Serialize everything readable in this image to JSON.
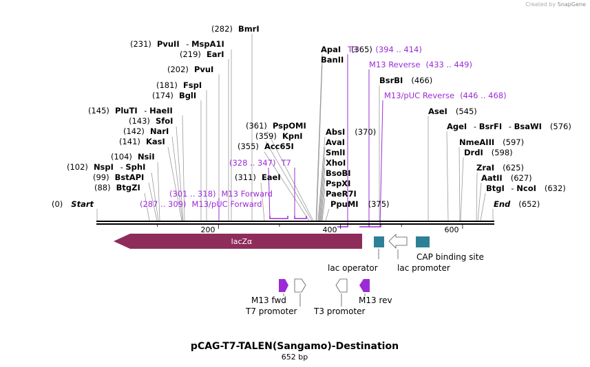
{
  "header": {
    "created_by": "Created by",
    "brand": "SnapGene"
  },
  "title": "pCAG-T7-TALEN(Sangamo)-Destination",
  "subtitle": "652 bp",
  "ends": {
    "start_pos": "(0)",
    "start": "Start",
    "end": "End",
    "end_pos": "(652)"
  },
  "scale": {
    "start": 0,
    "end": 652,
    "ticks": [
      "200",
      "400",
      "600"
    ]
  },
  "sites": [
    {
      "pos": "(282)",
      "name": "BmrI"
    },
    {
      "pos": "(231)",
      "name": "PvuII",
      "alt": "MspA1I"
    },
    {
      "pos": "(219)",
      "name": "EarI"
    },
    {
      "pos": "(202)",
      "name": "PvuI"
    },
    {
      "pos": "(181)",
      "name": "FspI"
    },
    {
      "pos": "(174)",
      "name": "BglI"
    },
    {
      "pos": "(145)",
      "name": "PluTI",
      "alt": "HaeII"
    },
    {
      "pos": "(143)",
      "name": "SfoI"
    },
    {
      "pos": "(142)",
      "name": "NarI"
    },
    {
      "pos": "(141)",
      "name": "KasI"
    },
    {
      "pos": "(104)",
      "name": "NsiI"
    },
    {
      "pos": "(102)",
      "name": "NspI",
      "alt": "SphI"
    },
    {
      "pos": "(99)",
      "name": "BstAPI"
    },
    {
      "pos": "(88)",
      "name": "BtgZI"
    },
    {
      "pos": "(361)",
      "name": "PspOMI"
    },
    {
      "pos": "(359)",
      "name": "KpnI"
    },
    {
      "pos": "(355)",
      "name": "Acc65I"
    },
    {
      "pos": "(311)",
      "name": "EaeI"
    },
    {
      "name": "ApaI"
    },
    {
      "name": "BanII"
    },
    {
      "name": "AbsI",
      "pos": "(370)"
    },
    {
      "name": "AvaI"
    },
    {
      "name": "SmlI"
    },
    {
      "name": "XhoI"
    },
    {
      "name": "BsoBI"
    },
    {
      "name": "PspXI"
    },
    {
      "name": "PaeR7I"
    },
    {
      "name": "PpuMI",
      "pos": "(375)"
    },
    {
      "name": "BsrBI",
      "pos": "(466)"
    },
    {
      "name": "AseI",
      "pos": "(545)"
    },
    {
      "name": "AgeI",
      "alt": "BsrFI",
      "alt2": "BsaWI",
      "pos": "(576)"
    },
    {
      "name": "NmeAIII",
      "pos": "(597)"
    },
    {
      "name": "DrdI",
      "pos": "(598)"
    },
    {
      "name": "ZraI",
      "pos": "(625)"
    },
    {
      "name": "AatII",
      "pos": "(627)"
    },
    {
      "name": "BtgI",
      "alt": "NcoI",
      "pos": "(632)"
    }
  ],
  "apa_pos": "(365)",
  "primers": [
    {
      "range": "(301 .. 318)",
      "name": "M13 Forward"
    },
    {
      "range": "(287 .. 309)",
      "name": "M13/pUC Forward"
    },
    {
      "range": "(328 .. 347)",
      "name": "T7"
    },
    {
      "name": "T3",
      "range": "(394 .. 414)"
    },
    {
      "name": "M13 Reverse",
      "range": "(433 .. 449)"
    },
    {
      "name": "M13/pUC Reverse",
      "range": "(446 .. 468)"
    }
  ],
  "features": {
    "lacz": "lacZα",
    "lac_operator": "lac operator",
    "lac_promoter": "lac promoter",
    "cap_site": "CAP binding site",
    "m13_fwd": "M13 fwd",
    "t7_promoter": "T7 promoter",
    "t3_promoter": "T3 promoter",
    "m13_rev": "M13 rev"
  },
  "colors": {
    "lacz": "#8e2c5a",
    "feature_teal": "#2e8096",
    "primer": "#9b2bd6",
    "sites": "#000000"
  }
}
